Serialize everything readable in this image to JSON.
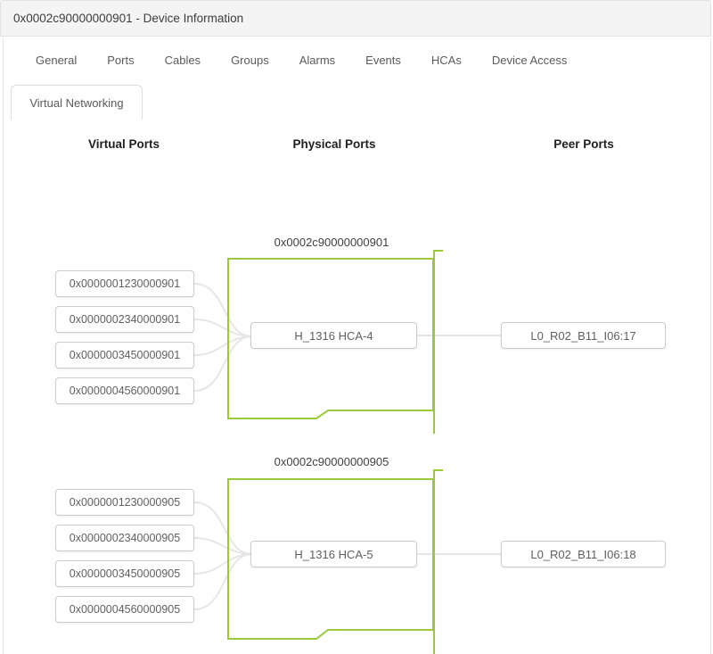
{
  "window": {
    "title": "0x0002c90000000901 - Device Information"
  },
  "tabs": {
    "items": [
      "General",
      "Ports",
      "Cables",
      "Groups",
      "Alarms",
      "Events",
      "HCAs",
      "Device Access"
    ],
    "active_subtab": "Virtual Networking"
  },
  "columns": {
    "virtual": "Virtual Ports",
    "physical": "Physical Ports",
    "peer": "Peer Ports"
  },
  "colors": {
    "accent_green": "#9aca3c",
    "line_gray": "#e6e6e6",
    "box_border": "#cbcbcb",
    "header_bg": "#f4f4f4",
    "header_border": "#e2e2e2",
    "panel_border": "#e6e6e6"
  },
  "sections": [
    {
      "device_guid": "0x0002c90000000901",
      "physical_port": "H_1316 HCA-4",
      "peer_port": "L0_R02_B11_I06:17",
      "virtual_ports": [
        "0x0000001230000901",
        "0x0000002340000901",
        "0x0000003450000901",
        "0x0000004560000901"
      ]
    },
    {
      "device_guid": "0x0002c90000000905",
      "physical_port": "H_1316 HCA-5",
      "peer_port": "L0_R02_B11_I06:18",
      "virtual_ports": [
        "0x0000001230000905",
        "0x0000002340000905",
        "0x0000003450000905",
        "0x0000004560000905"
      ]
    }
  ]
}
